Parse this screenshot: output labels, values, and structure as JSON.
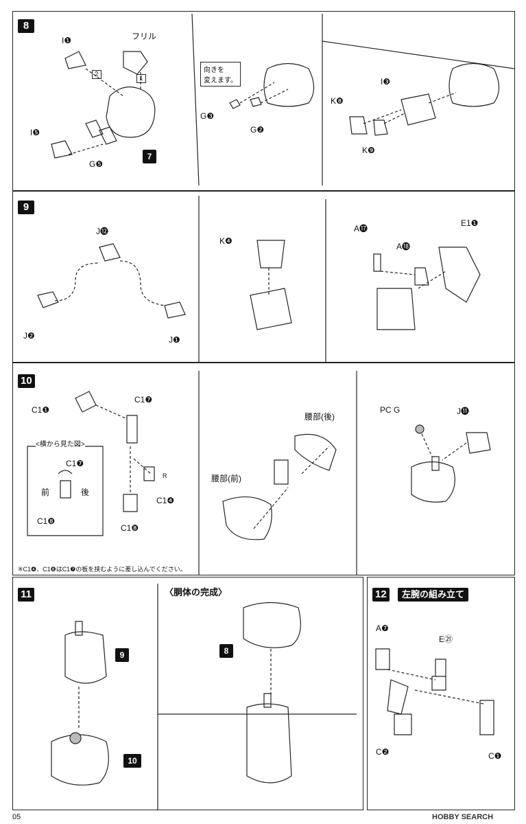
{
  "steps": {
    "s8": {
      "num": "8",
      "labels": [
        "I❶",
        "フリル",
        "I❺",
        "G❺",
        "G❸",
        "G❷",
        "I❸",
        "K❽",
        "K❾"
      ],
      "callout_7": "7",
      "seq_1": "1",
      "seq_2": "2",
      "note_orient": "向きを\n変えます。"
    },
    "s9": {
      "num": "9",
      "labels": [
        "J⓬",
        "J❷",
        "J❶",
        "K❹",
        "A⓱",
        "A⓲",
        "E1❶"
      ]
    },
    "s10": {
      "num": "10",
      "labels": [
        "C1❶",
        "C1❼",
        "C1❹",
        "C1❽",
        "腰部(後)",
        "腰部(前)",
        "PC G",
        "J⓫"
      ],
      "side_view_title": "<横から見た図>",
      "side_c7": "C1❼",
      "side_c8": "C1❽",
      "side_front": "前",
      "side_back": "後",
      "footnote": "※C1❹、C1❽はC1❼の板を挟むように差し込んでください。",
      "mark_R": "R"
    },
    "s11": {
      "num": "11",
      "callout_9": "9",
      "callout_10": "10",
      "callout_8": "8",
      "complete_title": "〈胴体の完成〉"
    },
    "s12": {
      "num": "12",
      "title": "左腕の組み立て",
      "labels": [
        "A❼",
        "E㉑",
        "C❷",
        "C❶"
      ]
    }
  },
  "footer": {
    "page_number": "05",
    "logo": "HOBBY SEARCH"
  }
}
